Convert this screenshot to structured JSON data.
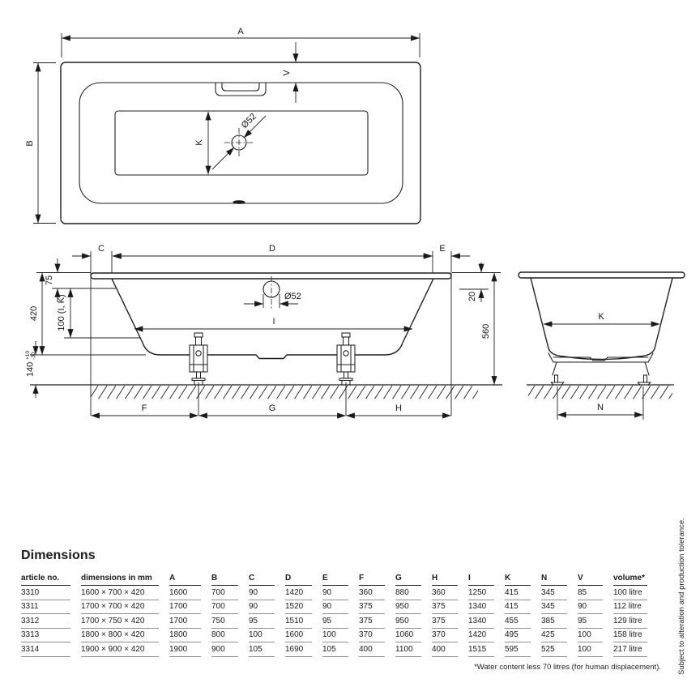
{
  "drawing": {
    "plan": {
      "a": "A",
      "b": "B",
      "v": "V",
      "k": "K",
      "drain": "Ø52"
    },
    "side": {
      "c": "C",
      "d": "D",
      "e": "E",
      "t75": "75",
      "t100": "100 (I, K)",
      "t420": "420",
      "t140": "140",
      "tolp": "+10",
      "tolm": "-30",
      "t20": "20",
      "t560": "560",
      "i": "I",
      "drain": "Ø52",
      "f": "F",
      "g": "G",
      "h": "H"
    },
    "end": {
      "k": "K",
      "n": "N"
    }
  },
  "section_title": "Dimensions",
  "table": {
    "headers": [
      "article no.",
      "dimensions in mm",
      "A",
      "B",
      "C",
      "D",
      "E",
      "F",
      "G",
      "H",
      "I",
      "K",
      "N",
      "V",
      "volume*"
    ],
    "rows": [
      [
        "3310",
        "1600 × 700 × 420",
        "1600",
        "700",
        "90",
        "1420",
        "90",
        "360",
        "880",
        "360",
        "1250",
        "415",
        "345",
        "85",
        "100 litre"
      ],
      [
        "3311",
        "1700 × 700 × 420",
        "1700",
        "700",
        "90",
        "1520",
        "90",
        "375",
        "950",
        "375",
        "1340",
        "415",
        "345",
        "90",
        "112 litre"
      ],
      [
        "3312",
        "1700 × 750 × 420",
        "1700",
        "750",
        "95",
        "1510",
        "95",
        "375",
        "950",
        "375",
        "1340",
        "455",
        "385",
        "95",
        "129 litre"
      ],
      [
        "3313",
        "1800 × 800 × 420",
        "1800",
        "800",
        "100",
        "1600",
        "100",
        "370",
        "1060",
        "370",
        "1420",
        "495",
        "425",
        "100",
        "158 litre"
      ],
      [
        "3314",
        "1900 × 900 × 420",
        "1900",
        "900",
        "105",
        "1690",
        "105",
        "400",
        "1100",
        "400",
        "1515",
        "595",
        "525",
        "100",
        "217 litre"
      ]
    ]
  },
  "footnote": "*Water content less 70 litres (for human displacement).",
  "side_note": "Subject to alteration and production tolerance."
}
